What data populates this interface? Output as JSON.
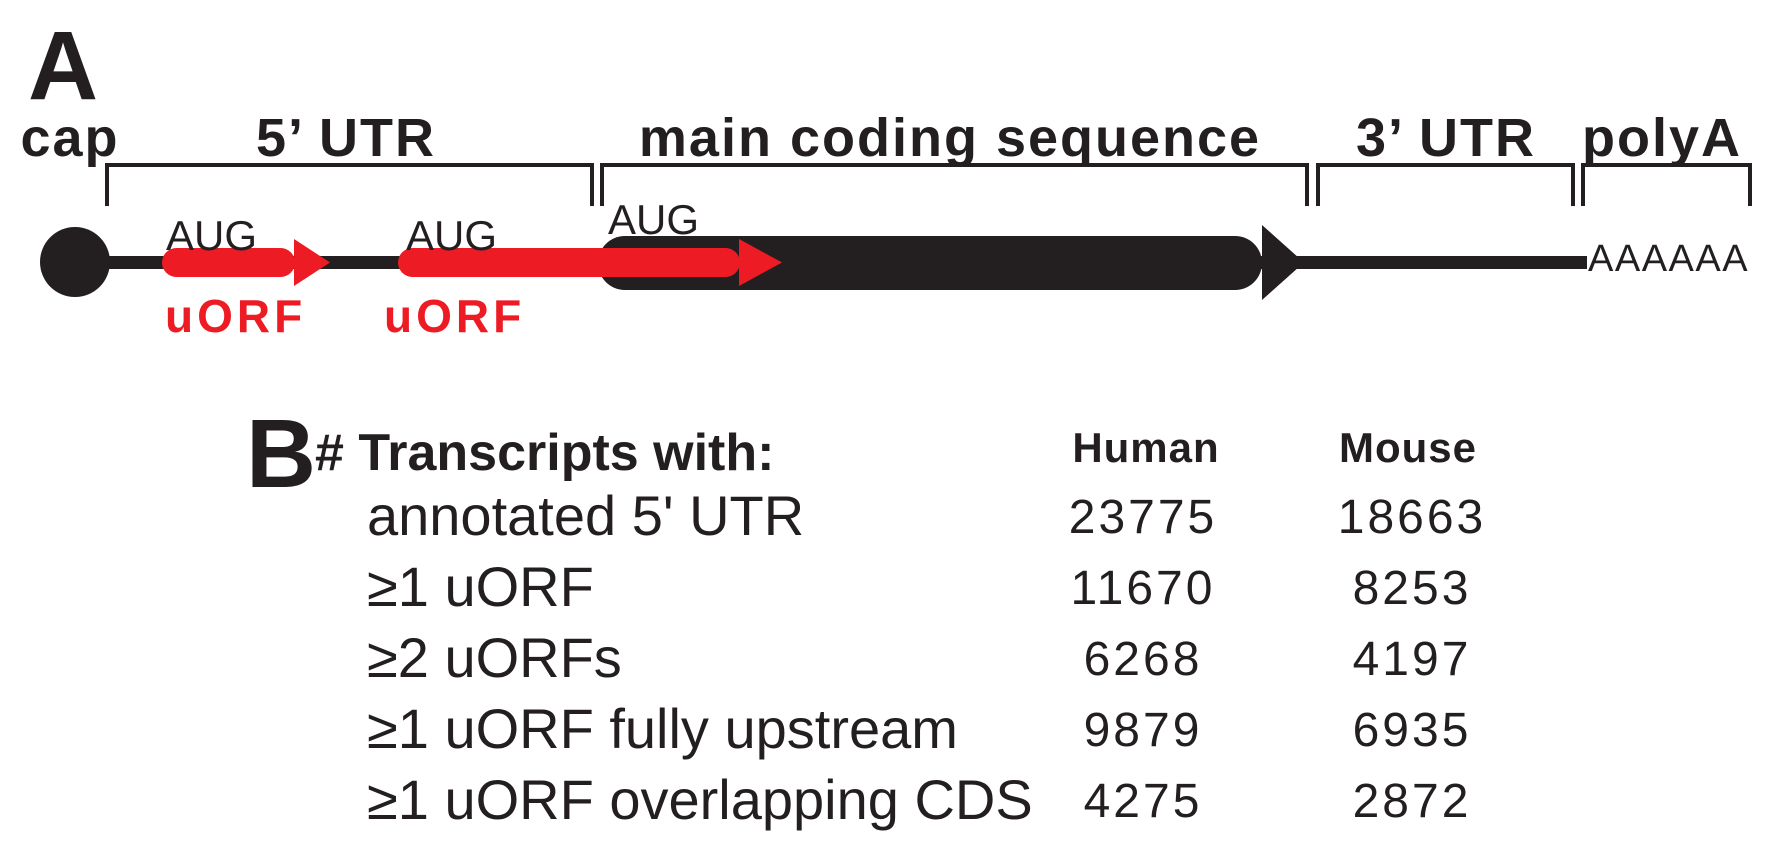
{
  "colors": {
    "ink_black": "#231f20",
    "uorf_red": "#ed1c24",
    "background": "#ffffff"
  },
  "panel_a": {
    "panel_letter": "A",
    "region_labels": {
      "cap": "cap",
      "five_prime_utr": "5’ UTR",
      "main_coding_sequence": "main coding sequence",
      "three_prime_utr": "3’ UTR",
      "polya": "polyA"
    },
    "start_codon_label_uorf1": "AUG",
    "start_codon_label_uorf2": "AUG",
    "start_codon_label_cds": "AUG",
    "uorf1_label": "uORF",
    "uorf2_label": "uORF",
    "polya_tail_sequence": "AAAAAA"
  },
  "panel_b": {
    "panel_letter": "B",
    "table": {
      "title": "# Transcripts with:",
      "columns": [
        "Human",
        "Mouse"
      ],
      "col_human": "Human",
      "col_mouse": "Mouse",
      "rows": [
        {
          "label": "annotated 5' UTR",
          "human": "23775",
          "mouse": "18663"
        },
        {
          "label": "≥1 uORF",
          "human": "11670",
          "mouse": "8253"
        },
        {
          "label": "≥2 uORFs",
          "human": "6268",
          "mouse": "4197"
        },
        {
          "label": "≥1 uORF fully upstream",
          "human": "9879",
          "mouse": "6935"
        },
        {
          "label": "≥1 uORF overlapping CDS",
          "human": "4275",
          "mouse": "2872"
        }
      ]
    }
  },
  "chart_data": {
    "type": "table",
    "title": "# Transcripts with:",
    "categories": [
      "annotated 5' UTR",
      "≥1 uORF",
      "≥2 uORFs",
      "≥1 uORF fully upstream",
      "≥1 uORF overlapping CDS"
    ],
    "series": [
      {
        "name": "Human",
        "values": [
          23775,
          11670,
          6268,
          9879,
          4275
        ]
      },
      {
        "name": "Mouse",
        "values": [
          18663,
          8253,
          4197,
          6935,
          2872
        ]
      }
    ]
  }
}
